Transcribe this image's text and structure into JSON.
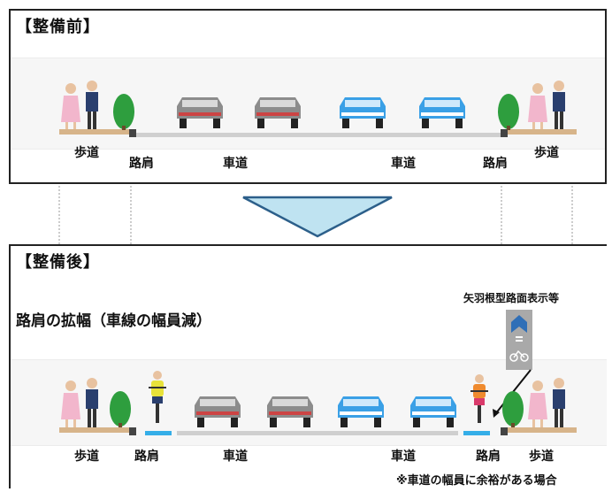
{
  "before": {
    "title": "【整備前】",
    "labels": {
      "sidewalk_left": "歩道",
      "shoulder_left": "路肩",
      "lane_left": "車道",
      "lane_right": "車道",
      "shoulder_right": "路肩",
      "sidewalk_right": "歩道"
    }
  },
  "after": {
    "title": "【整備後】",
    "subtitle": "路肩の拡幅（車線の幅員減）",
    "sign_caption": "矢羽根型路面表示等",
    "labels": {
      "sidewalk_left": "歩道",
      "shoulder_left": "路肩",
      "lane_left": "車道",
      "lane_right": "車道",
      "shoulder_right": "路肩",
      "sidewalk_right": "歩道"
    },
    "note": "※車道の幅員に余裕がある場合"
  },
  "colors": {
    "car_gray": "#8c8c8c",
    "car_blue": "#3aa0e6",
    "tree_green": "#2e9e3e",
    "cyclist_yellow": "#e8e23a",
    "cyclist_orange": "#ef8a2e",
    "bike_lane_blue": "#35aee8",
    "arrow_fill": "#bfe3f1",
    "sign_blue": "#2f6fb7"
  }
}
